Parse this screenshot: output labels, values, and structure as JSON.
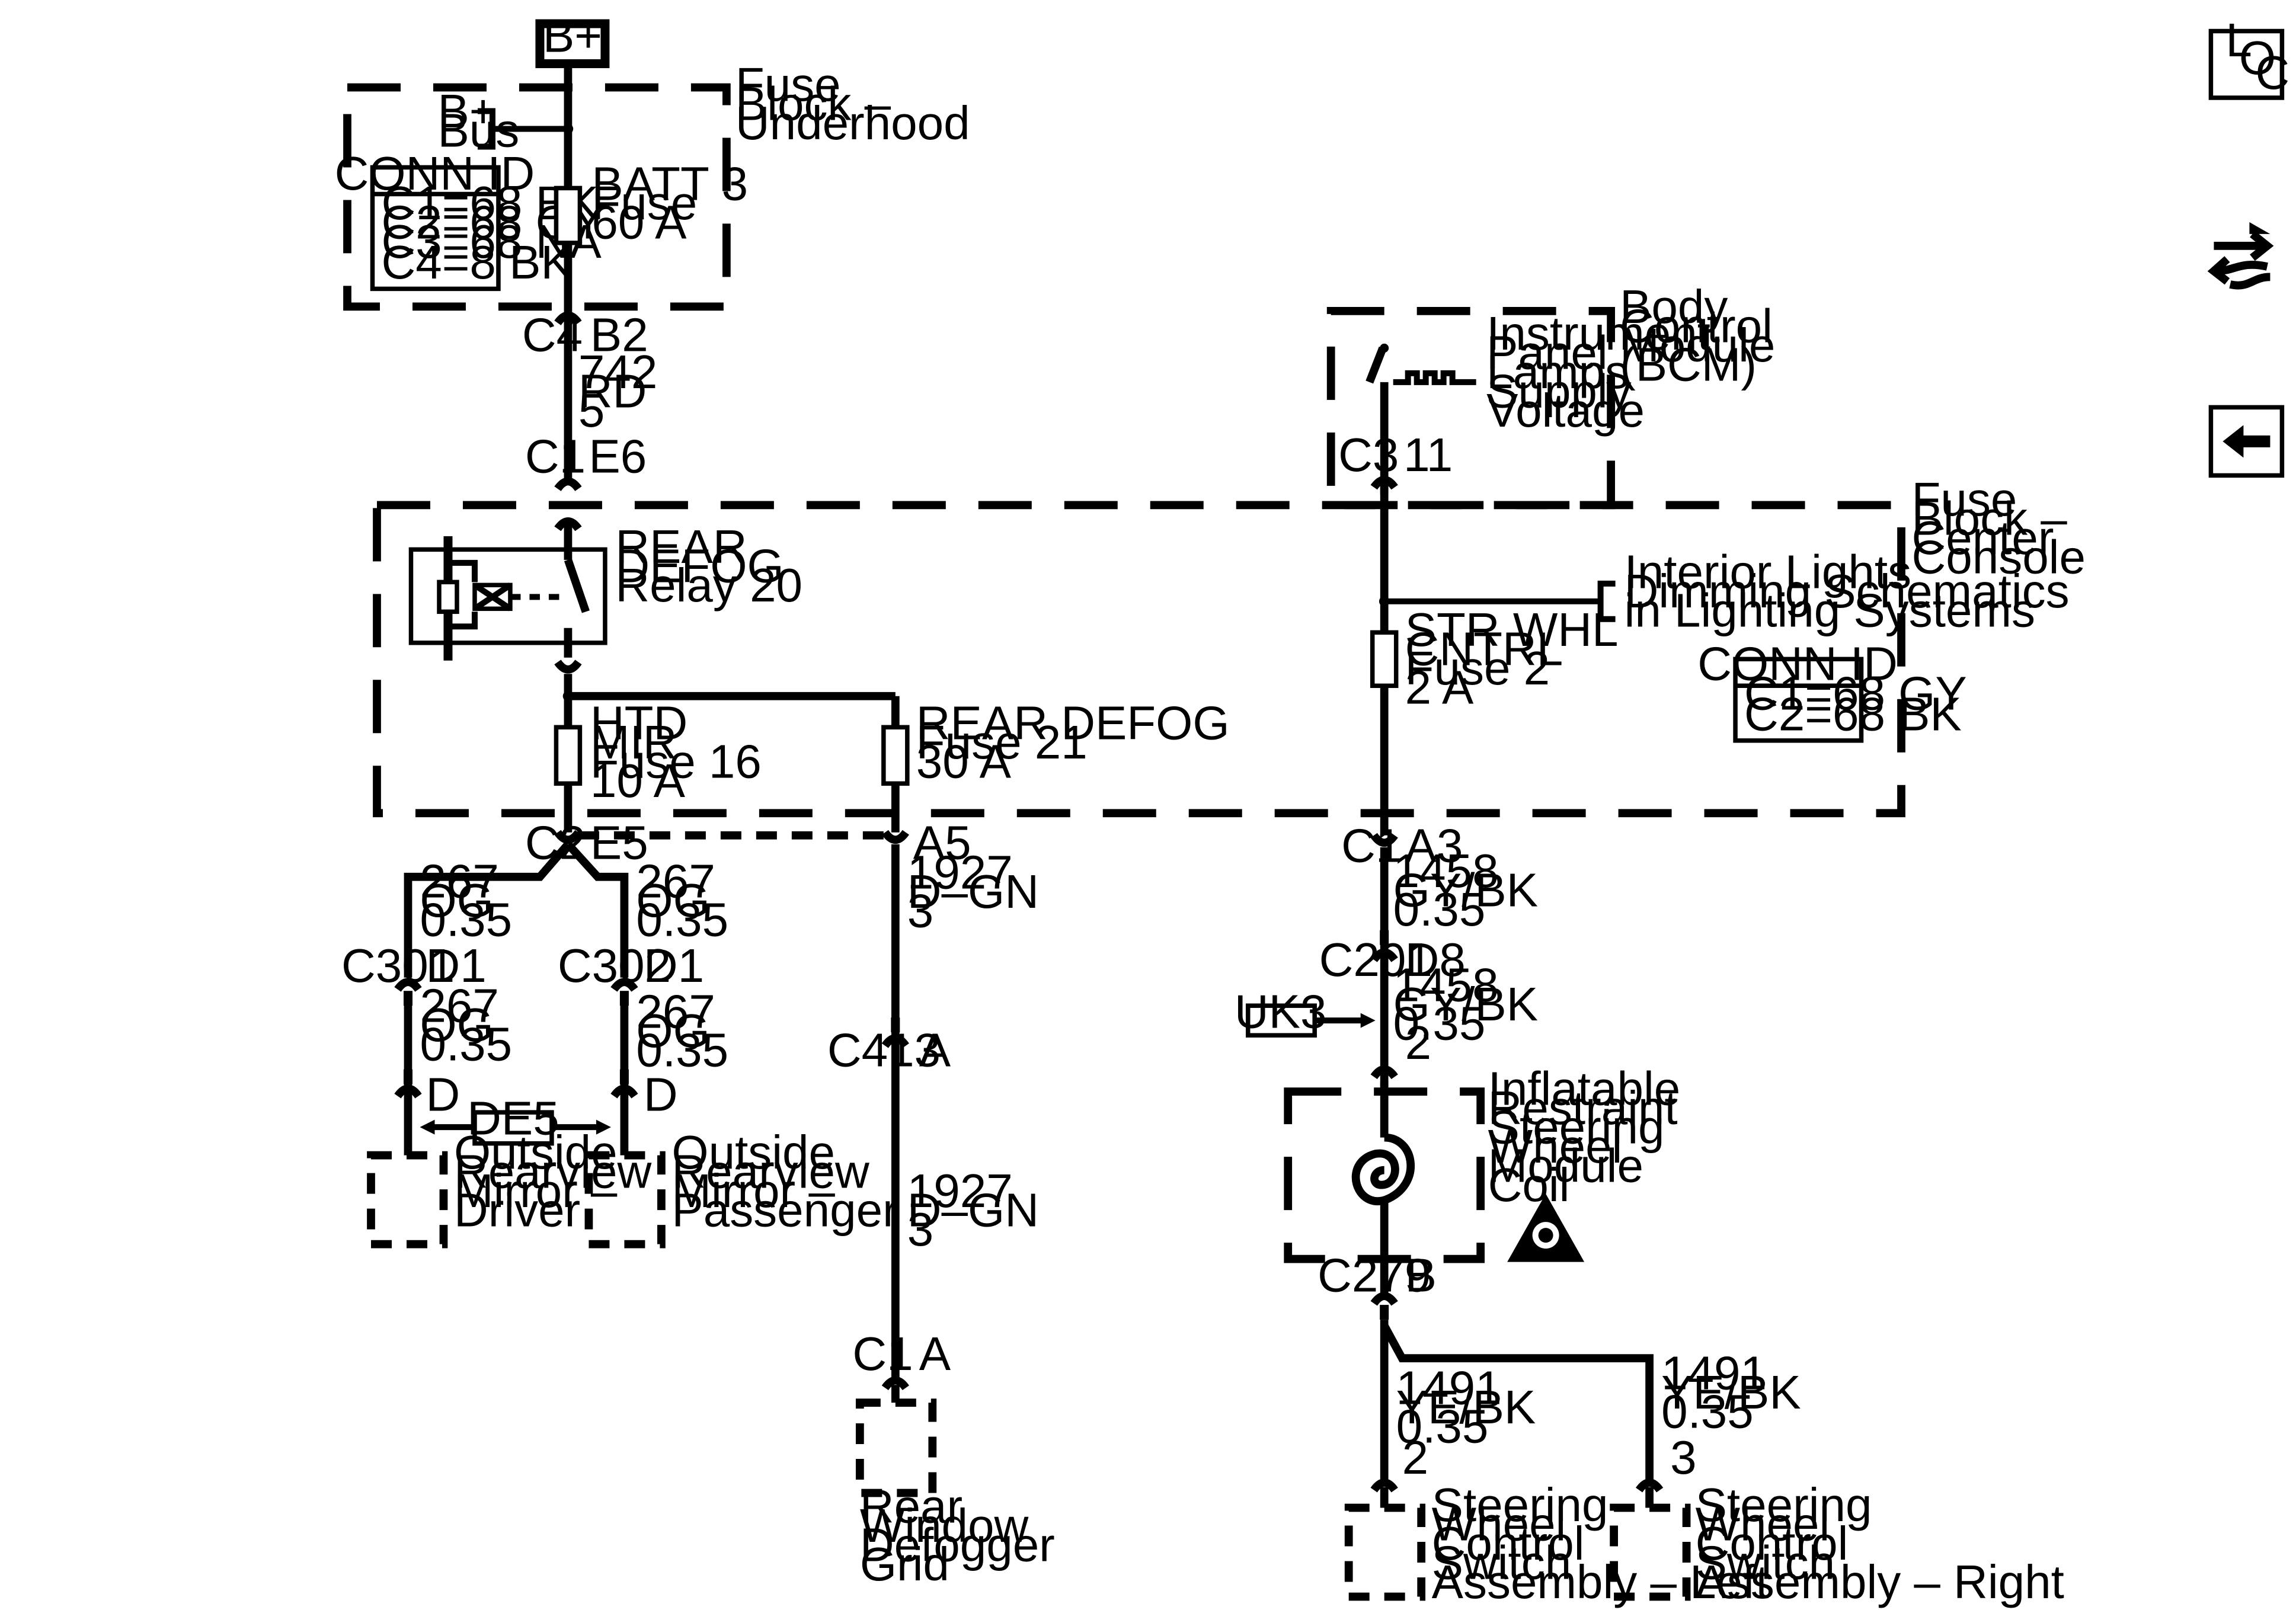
{
  "power": {
    "source_label": "B+",
    "bus_label_1": "B+",
    "bus_label_2": "Bus"
  },
  "underhood": {
    "title": [
      "Fuse",
      "Block –",
      "Underhood"
    ],
    "conn_id_title": "CONN ID",
    "conn_ids": [
      "C1=68 BK",
      "C2=68 GY",
      "C3=68 NA",
      "C4=8 BK"
    ],
    "fuse_label": [
      "BATT 3",
      "Fuse",
      "60 A"
    ],
    "conn_bottom_left": "C4",
    "conn_bottom_right": "B2"
  },
  "wire_742": [
    "742",
    "RD",
    "5"
  ],
  "center_console": {
    "title": [
      "Fuse",
      "Block –",
      "Center",
      "Console"
    ],
    "conn_top_left": "C1",
    "conn_top_right": "E6",
    "relay_label": [
      "REAR",
      "DEFOG",
      "Relay 20"
    ],
    "htd_fuse": [
      "HTD",
      "MIR",
      "Fuse 16",
      "10 A"
    ],
    "defog_fuse": [
      "REAR DEFOG",
      "Fuse 21",
      "30 A"
    ],
    "str_fuse": [
      "STR WHL",
      "CNTRL",
      "Fuse 2",
      "2 A"
    ],
    "conn_id_title": "CONN ID",
    "conn_ids": [
      "C1=68 GY",
      "C2=68 BK"
    ],
    "interior_ref": [
      "Interior Lights",
      "Dimming Schematics",
      "in Lighting Systems"
    ]
  },
  "bcm": {
    "title": [
      "Body",
      "Control",
      "Module",
      "(BCM)"
    ],
    "supply_label": [
      "Instrument",
      "Panel",
      "Lamps",
      "Supply",
      "Voltage"
    ],
    "conn_left": "C3",
    "conn_right": "11"
  },
  "mirrors": {
    "c2": "C2",
    "e5": "E5",
    "wire_a": [
      "267",
      "OG",
      "0.35"
    ],
    "c301": "C301",
    "c302": "C302",
    "d1": "D1",
    "d": "D",
    "de5": "DE5",
    "driver": [
      "Outside",
      "Rearview",
      "Mirror –",
      "Driver"
    ],
    "passenger": [
      "Outside",
      "Rearview",
      "Mirror –",
      "Passenger"
    ]
  },
  "defogger": {
    "a5": "A5",
    "wire": [
      "1927",
      "D–GN",
      "3"
    ],
    "c413": "C413",
    "a": "A",
    "c1": "C1",
    "grid": [
      "Rear",
      "Window",
      "Defogger",
      "Grid"
    ]
  },
  "steering": {
    "c1": "C1",
    "a3": "A3",
    "wire_1458_a": [
      "1458",
      "GY/BK",
      "0.35"
    ],
    "c201": "C201",
    "d8": "D8",
    "wire_1458_b": [
      "1458",
      "GY/BK",
      "0.35",
      "2"
    ],
    "uk3": "UK3",
    "coil": [
      "Inflatable",
      "Restraint",
      "Steering",
      "Wheel",
      "Module",
      "Coil"
    ],
    "c279": "C279",
    "b": "B",
    "wire_1491": [
      "1491",
      "YE/BK",
      "0.35"
    ],
    "pin_left": "2",
    "pin_right": "3",
    "switch_left": [
      "Steering",
      "Wheel",
      "Control",
      "Switch",
      "Assembly – Left"
    ],
    "switch_right": [
      "Steering",
      "Wheel",
      "Control",
      "Switch",
      "Assembly – Right"
    ]
  },
  "nav": {
    "loc_letters": [
      "L",
      "O",
      "C"
    ]
  }
}
